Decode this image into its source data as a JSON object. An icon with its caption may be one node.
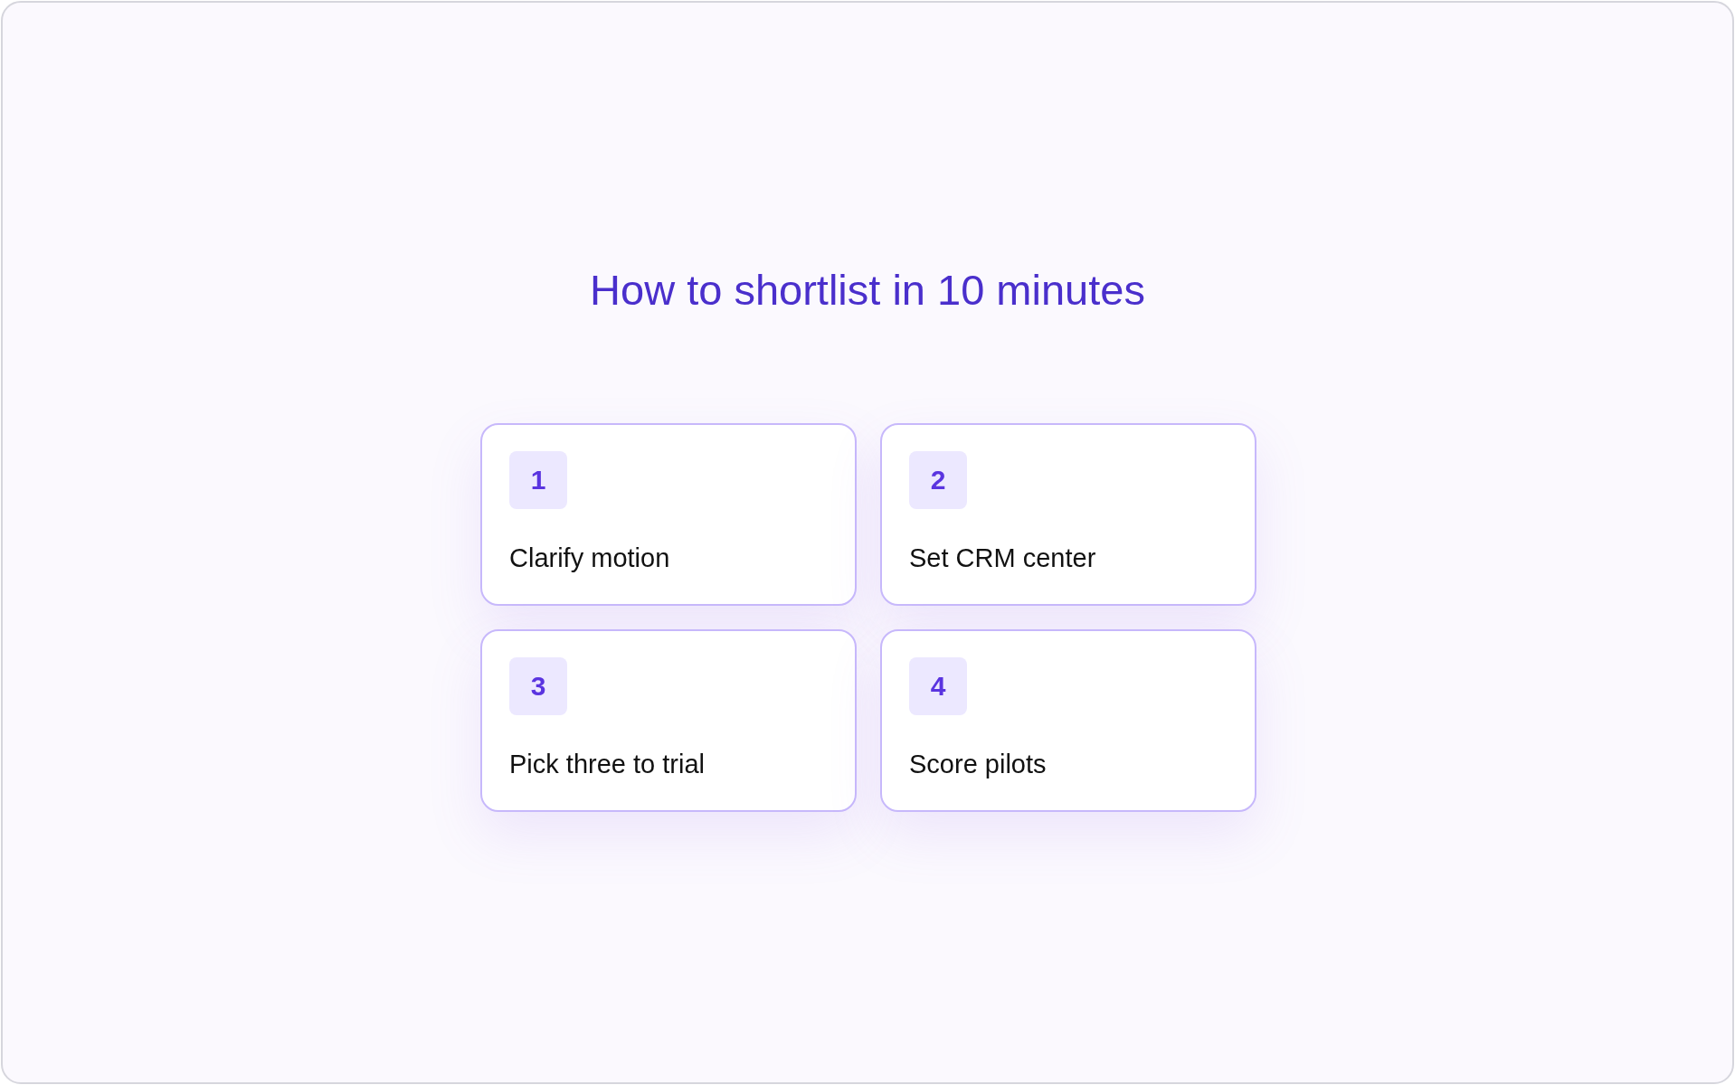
{
  "diagram": {
    "title": "How to shortlist in 10 minutes",
    "nodes": [
      {
        "text": [
          "Clarify motion"
        ]
      },
      {
        "text": [
          "1"
        ],
        "in": 0
      },
      {
        "text": [
          "Set CRM center"
        ]
      },
      {
        "text": [
          "2"
        ],
        "in": 2
      },
      {
        "text": [
          "Pick three to trial"
        ]
      },
      {
        "text": [
          "3"
        ],
        "in": 4
      },
      {
        "text": [
          "Score pilots"
        ]
      },
      {
        "text": [
          "4"
        ],
        "in": 6
      }
    ]
  }
}
